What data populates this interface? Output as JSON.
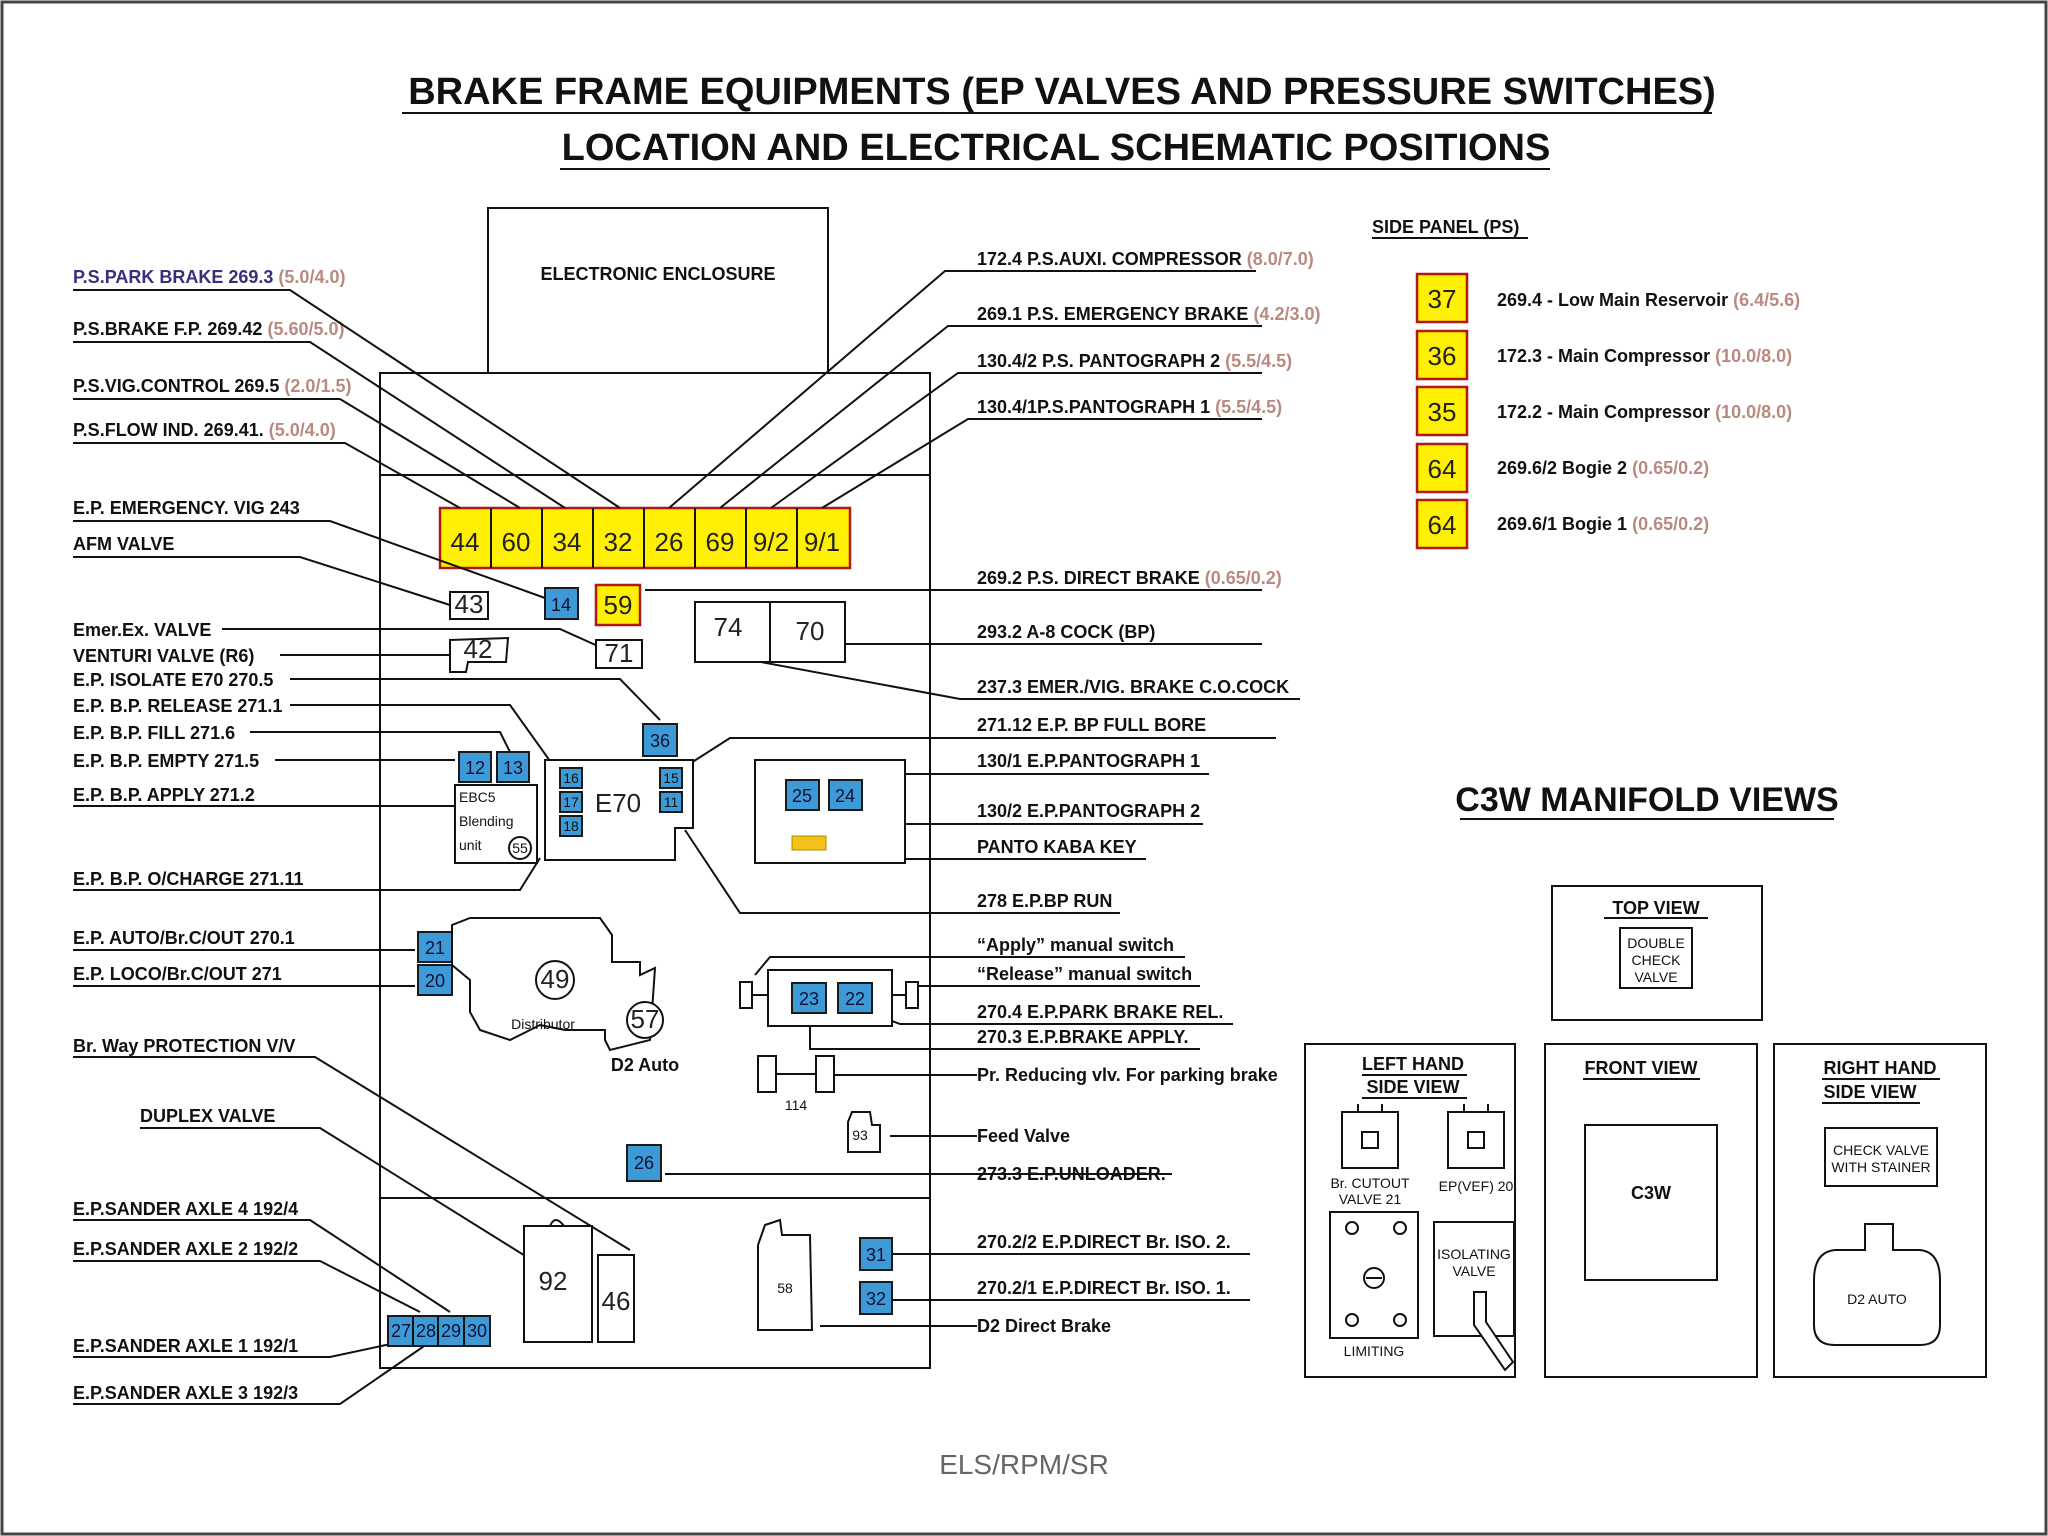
{
  "title": {
    "line1": "BRAKE FRAME EQUIPMENTS (EP VALVES AND PRESSURE SWITCHES)",
    "line2": "LOCATION AND ELECTRICAL SCHEMATIC POSITIONS"
  },
  "enclosure": "ELECTRONIC ENCLOSURE",
  "top_row": [
    "44",
    "60",
    "34",
    "32",
    "26",
    "69",
    "9/2",
    "9/1"
  ],
  "left_labels": [
    {
      "main": "P.S.PARK BRAKE ",
      "code": "269.3",
      "val": " (5.0/4.0)"
    },
    {
      "main": "P.S.BRAKE F.P. 269.42 ",
      "val": "(5.60/5.0)"
    },
    {
      "main": "P.S.VIG.CONTROL 269.5 ",
      "val": "(2.0/1.5)"
    },
    {
      "main": "P.S.FLOW IND. 269.41. ",
      "val": "(5.0/4.0)"
    },
    {
      "main": "E.P. EMERGENCY. VIG 243"
    },
    {
      "main": "AFM VALVE"
    },
    {
      "main": "Emer.Ex. VALVE"
    },
    {
      "main": "VENTURI VALVE (R6)"
    },
    {
      "main": "E.P. ISOLATE E70 270.5"
    },
    {
      "main": "E.P. B.P. RELEASE 271.1"
    },
    {
      "main": "E.P. B.P. FILL  271.6"
    },
    {
      "main": "E.P. B.P. EMPTY  271.5"
    },
    {
      "main": "E.P. B.P. APPLY 271.2"
    },
    {
      "main": "E.P. B.P. O/CHARGE 271.11"
    },
    {
      "main": "E.P. AUTO/Br.C/OUT 270.1"
    },
    {
      "main": "E.P. LOCO/Br.C/OUT 271"
    },
    {
      "main": "Br. Way PROTECTION V/V"
    },
    {
      "main": "DUPLEX VALVE"
    },
    {
      "main": "E.P.SANDER AXLE 4  192/4"
    },
    {
      "main": "E.P.SANDER AXLE 2  192/2"
    },
    {
      "main": "E.P.SANDER AXLE 1  192/1"
    },
    {
      "main": "E.P.SANDER AXLE 3  192/3"
    }
  ],
  "right_labels": [
    {
      "main": "172.4 P.S.AUXI. COMPRESSOR ",
      "val": "(8.0/7.0)"
    },
    {
      "main": "269.1 P.S. EMERGENCY BRAKE ",
      "val": "(4.2/3.0)"
    },
    {
      "main": "130.4/2 P.S. PANTOGRAPH 2 ",
      "val": "(5.5/4.5)"
    },
    {
      "main": "130.4/1P.S.PANTOGRAPH 1  ",
      "val": "(5.5/4.5)"
    },
    {
      "main": "269.2 P.S. DIRECT BRAKE ",
      "val": "(0.65/0.2)"
    },
    {
      "main": "293.2 A-8 COCK  (BP)"
    },
    {
      "main": "237.3 EMER./VIG. BRAKE C.O.COCK"
    },
    {
      "main": "271.12 E.P. BP FULL BORE"
    },
    {
      "main": "130/1 E.P.PANTOGRAPH 1"
    },
    {
      "main": "130/2 E.P.PANTOGRAPH 2"
    },
    {
      "main": "PANTO KABA KEY"
    },
    {
      "main": "278 E.P.BP RUN"
    },
    {
      "main": "“Apply” manual switch"
    },
    {
      "main": "“Release” manual switch"
    },
    {
      "main": "270.4 E.P.PARK BRAKE REL."
    },
    {
      "main": "270.3 E.P.BRAKE APPLY."
    },
    {
      "main": "Pr. Reducing vlv. For parking brake"
    },
    {
      "main": "Feed Valve"
    },
    {
      "main": "273.3 E.P.UNLOADER."
    },
    {
      "main": "270.2/2 E.P.DIRECT Br. ISO. 2."
    },
    {
      "main": "270.2/1 E.P.DIRECT Br. ISO. 1."
    },
    {
      "main": "D2 Direct Brake"
    }
  ],
  "side_panel": {
    "title": "SIDE PANEL (PS)",
    "items": [
      {
        "num": "37",
        "text": "269.4 - Low Main Reservoir ",
        "val": "(6.4/5.6)"
      },
      {
        "num": "36",
        "text": "172.3 - Main Compressor ",
        "val": "(10.0/8.0)"
      },
      {
        "num": "35",
        "text": "172.2 - Main Compressor ",
        "val": "(10.0/8.0)"
      },
      {
        "num": "64",
        "text": "269.6/2 Bogie 2  ",
        "val": "(0.65/0.2)"
      },
      {
        "num": "64",
        "text": "269.6/1 Bogie 1 ",
        "val": "(0.65/0.2)"
      }
    ]
  },
  "components": {
    "b14": "14",
    "y59": "59",
    "w43": "43",
    "w42": "42",
    "w71": "71",
    "w74": "74",
    "w70": "70",
    "b36": "36",
    "b12": "12",
    "b13": "13",
    "e70": "E70",
    "b16": "16",
    "b17": "17",
    "b18": "18",
    "b15": "15",
    "b11": "11",
    "ebc5": "EBC5",
    "blending": "Blending",
    "unit": "unit",
    "c55": "55",
    "b25": "25",
    "b24": "24",
    "b21": "21",
    "b20": "20",
    "c49": "49",
    "distributor": "Distributor",
    "c57": "57",
    "d2auto": "D2 Auto",
    "b23": "23",
    "b22": "22",
    "n114": "114",
    "n93": "93",
    "b26": "26",
    "n92": "92",
    "n46": "46",
    "n58": "58",
    "b31": "31",
    "b32": "32",
    "b27": "27",
    "b28": "28",
    "b29": "29",
    "b30": "30"
  },
  "manifold": {
    "title": "C3W MANIFOLD VIEWS",
    "top_view": "TOP  VIEW",
    "double_check": [
      "DOUBLE",
      "CHECK",
      "VALVE"
    ],
    "left_view": [
      "LEFT HAND",
      "SIDE VIEW"
    ],
    "br_cutout": [
      "Br. CUTOUT",
      "VALVE 21"
    ],
    "epvef": "EP(VEF) 20",
    "isolating": [
      "ISOLATING",
      "VALVE"
    ],
    "limiting": "LIMITING",
    "front_view": "FRONT VIEW",
    "c3w": "C3W",
    "right_view": [
      "RIGHT HAND",
      "SIDE VIEW"
    ],
    "check_valve": [
      "CHECK VALVE",
      "WITH STAINER"
    ],
    "d2auto": "D2 AUTO"
  },
  "footer": "ELS/RPM/SR"
}
